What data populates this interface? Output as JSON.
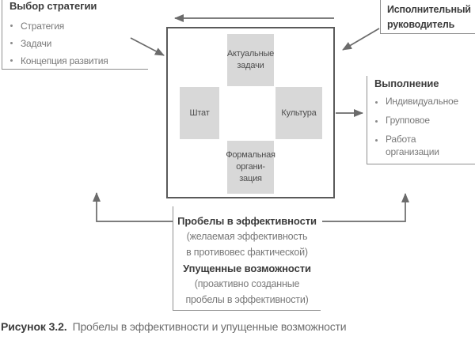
{
  "colors": {
    "line": "#6b6b6b",
    "frame": "#5a5a5a",
    "partial_border": "#8f8f8f",
    "box_fill": "#d8d8d8",
    "heading_text": "#3c3c3c",
    "body_text": "#787878",
    "box_text": "#4d4d4d",
    "caption_text": "#6e6e6e"
  },
  "strategy": {
    "title": "Выбор стратегии",
    "items": [
      "Стратегия",
      "Задачи",
      "Концепция развития"
    ]
  },
  "executive": {
    "lines": [
      "Исполнительный",
      "руководитель"
    ]
  },
  "execution": {
    "title": "Выполнение",
    "items": [
      "Индивидуальное",
      "Групповое",
      "Работа организации"
    ]
  },
  "model": {
    "top_lines": [
      "Актуальные",
      "задачи"
    ],
    "left": "Штат",
    "right": "Культура",
    "bottom_lines": [
      "Формальная",
      "органи-",
      "зация"
    ]
  },
  "gaps": {
    "title1": "Пробелы в эффективности",
    "sub1a": "(желаемая эффективность",
    "sub1b": "в противовес фактической)",
    "title2": "Упущенные возможности",
    "sub2a": "(проактивно созданные",
    "sub2b": "пробелы в эффективности)"
  },
  "caption": {
    "label": "Рисунок 3.2.",
    "text": "Пробелы в эффективности и упущенные возможности"
  }
}
